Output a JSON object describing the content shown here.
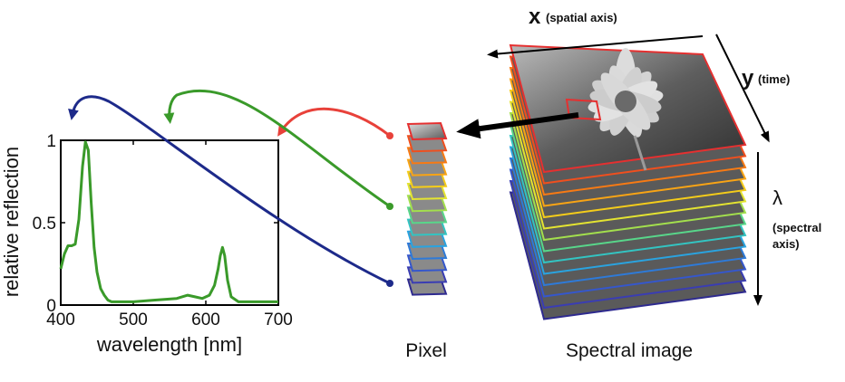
{
  "chart_data": {
    "type": "line",
    "xlabel": "wavelength [nm]",
    "ylabel": "relative reflection",
    "xlim": [
      400,
      700
    ],
    "ylim": [
      0,
      1
    ],
    "x_ticks": [
      "400",
      "500",
      "600",
      "700"
    ],
    "y_ticks": [
      "0",
      "0.5",
      "1"
    ],
    "grid": false,
    "series": [
      {
        "color": "#3a9a2a",
        "x": [
          400,
          405,
          410,
          415,
          420,
          425,
          430,
          434,
          438,
          442,
          446,
          450,
          455,
          460,
          465,
          470,
          480,
          500,
          530,
          560,
          575,
          585,
          595,
          605,
          612,
          617,
          620,
          623,
          626,
          630,
          635,
          645,
          660,
          680,
          700
        ],
        "y": [
          0.22,
          0.31,
          0.36,
          0.36,
          0.37,
          0.52,
          0.84,
          0.99,
          0.94,
          0.62,
          0.35,
          0.2,
          0.1,
          0.06,
          0.03,
          0.02,
          0.02,
          0.02,
          0.03,
          0.04,
          0.06,
          0.05,
          0.04,
          0.06,
          0.12,
          0.22,
          0.3,
          0.35,
          0.3,
          0.15,
          0.05,
          0.02,
          0.02,
          0.02,
          0.02
        ]
      }
    ]
  },
  "diagram": {
    "x_axis": {
      "name": "x",
      "note": "(spatial axis)"
    },
    "y_axis": {
      "name": "y",
      "note": "(time)"
    },
    "spectral_axis": {
      "name": "λ",
      "note_line1": "(spectral",
      "note_line2": "axis)"
    },
    "pixel_caption": "Pixel",
    "image_caption": "Spectral image",
    "colors": {
      "red_arrow": "#e8413a",
      "green_arrow": "#3a9a2a",
      "blue_arrow": "#1d2a8a",
      "black_arrow": "#000000"
    },
    "layer_colors": [
      "#e53030",
      "#f04f1e",
      "#f77a14",
      "#f8a415",
      "#f4cc1a",
      "#e4e431",
      "#a3df4d",
      "#58d68a",
      "#33c4c2",
      "#2aa3df",
      "#2e7ad8",
      "#3557cc",
      "#3a3db3",
      "#2e2a8f"
    ]
  }
}
